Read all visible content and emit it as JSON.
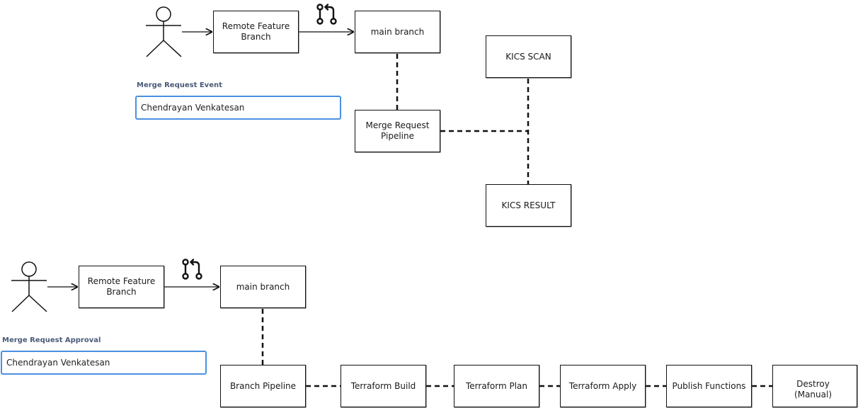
{
  "section1": {
    "source_box": "Remote Feature\nBranch",
    "target_box": "main branch",
    "pipeline_box": "Merge  Request\nPipeline",
    "scan_box": "KICS SCAN",
    "result_box": "KICS RESULT",
    "field_label": "Merge Request Event",
    "field_value": "Chendrayan Venkatesan",
    "icon": "merge-request-icon"
  },
  "section2": {
    "source_box": "Remote Feature\nBranch",
    "target_box": "main branch",
    "field_label": "Merge Request Approval",
    "field_value": "Chendrayan Venkatesan",
    "icon": "merge-request-icon",
    "stages": [
      "Branch Pipeline",
      "Terraform Build",
      "Terraform Plan",
      "Terraform Apply",
      "Publish Functions",
      "Destroy\n(Manual)"
    ]
  },
  "colors": {
    "accent": "#4a90e2",
    "label": "#4a5a78",
    "stroke": "#111111"
  }
}
